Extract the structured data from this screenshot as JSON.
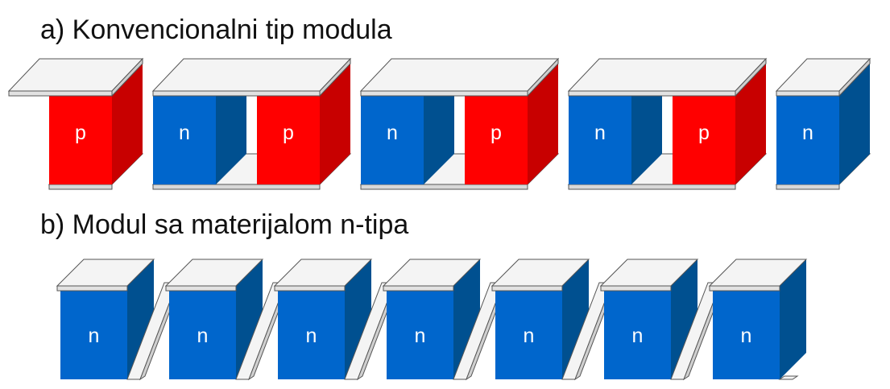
{
  "colors": {
    "p_front": "#ff0000",
    "p_side": "#c80000",
    "n_front": "#0066cc",
    "n_side": "#005090",
    "connector_top": "#f4f4f4",
    "connector_edge": "#555555",
    "background": "#ffffff"
  },
  "conventional_module": {
    "title": "a) Konvencionalni tip modula",
    "legs": [
      {
        "type": "p",
        "label": "p"
      },
      {
        "type": "n",
        "label": "n"
      },
      {
        "type": "p",
        "label": "p"
      },
      {
        "type": "n",
        "label": "n"
      },
      {
        "type": "p",
        "label": "p"
      },
      {
        "type": "n",
        "label": "n"
      },
      {
        "type": "p",
        "label": "p"
      },
      {
        "type": "n",
        "label": "n"
      }
    ]
  },
  "n_type_module": {
    "title": "b) Modul sa materijalom n-tipa",
    "legs": [
      {
        "type": "n",
        "label": "n"
      },
      {
        "type": "n",
        "label": "n"
      },
      {
        "type": "n",
        "label": "n"
      },
      {
        "type": "n",
        "label": "n"
      },
      {
        "type": "n",
        "label": "n"
      },
      {
        "type": "n",
        "label": "n"
      },
      {
        "type": "n",
        "label": "n"
      }
    ]
  }
}
